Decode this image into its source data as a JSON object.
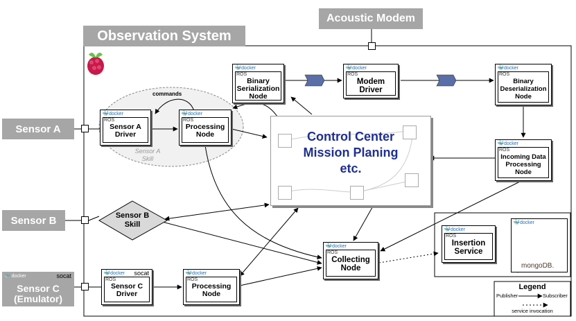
{
  "title": "Observation System",
  "modem": "Acoustic Modem",
  "sensors": {
    "a": "Sensor A",
    "b": "Sensor B",
    "c": "Sensor C\n(Emulator)"
  },
  "docker": "docker",
  "ros": "ROS",
  "socat": "socat",
  "nodes": {
    "binser": "Binary\nSerialization\nNode",
    "modemdrv": "Modem\nDriver",
    "bindeser": "Binary\nDeserialization\nNode",
    "sadrv": "Sensor A\nDriver",
    "procA": "Processing\nNode",
    "incoming": "Incoming Data\nProcessing\nNode",
    "scdrv": "Sensor C\nDriver",
    "procC": "Processing\nNode",
    "collecting": "Collecting\nNode",
    "insertion": "Insertion\nService"
  },
  "commands": "commands",
  "skill_a": "Sensor A\nSkill",
  "skill_b": "Sensor B\nSkill",
  "control_center": "Control Center\nMission Planing\netc.",
  "mongodb": "mongoDB.",
  "legend": {
    "title": "Legend",
    "publisher": "Publisher",
    "subscriber": "Subscriber",
    "service": "service invocation"
  },
  "colors": {
    "gray": "#a6a6a6",
    "blue_text": "#1f2f8f"
  }
}
